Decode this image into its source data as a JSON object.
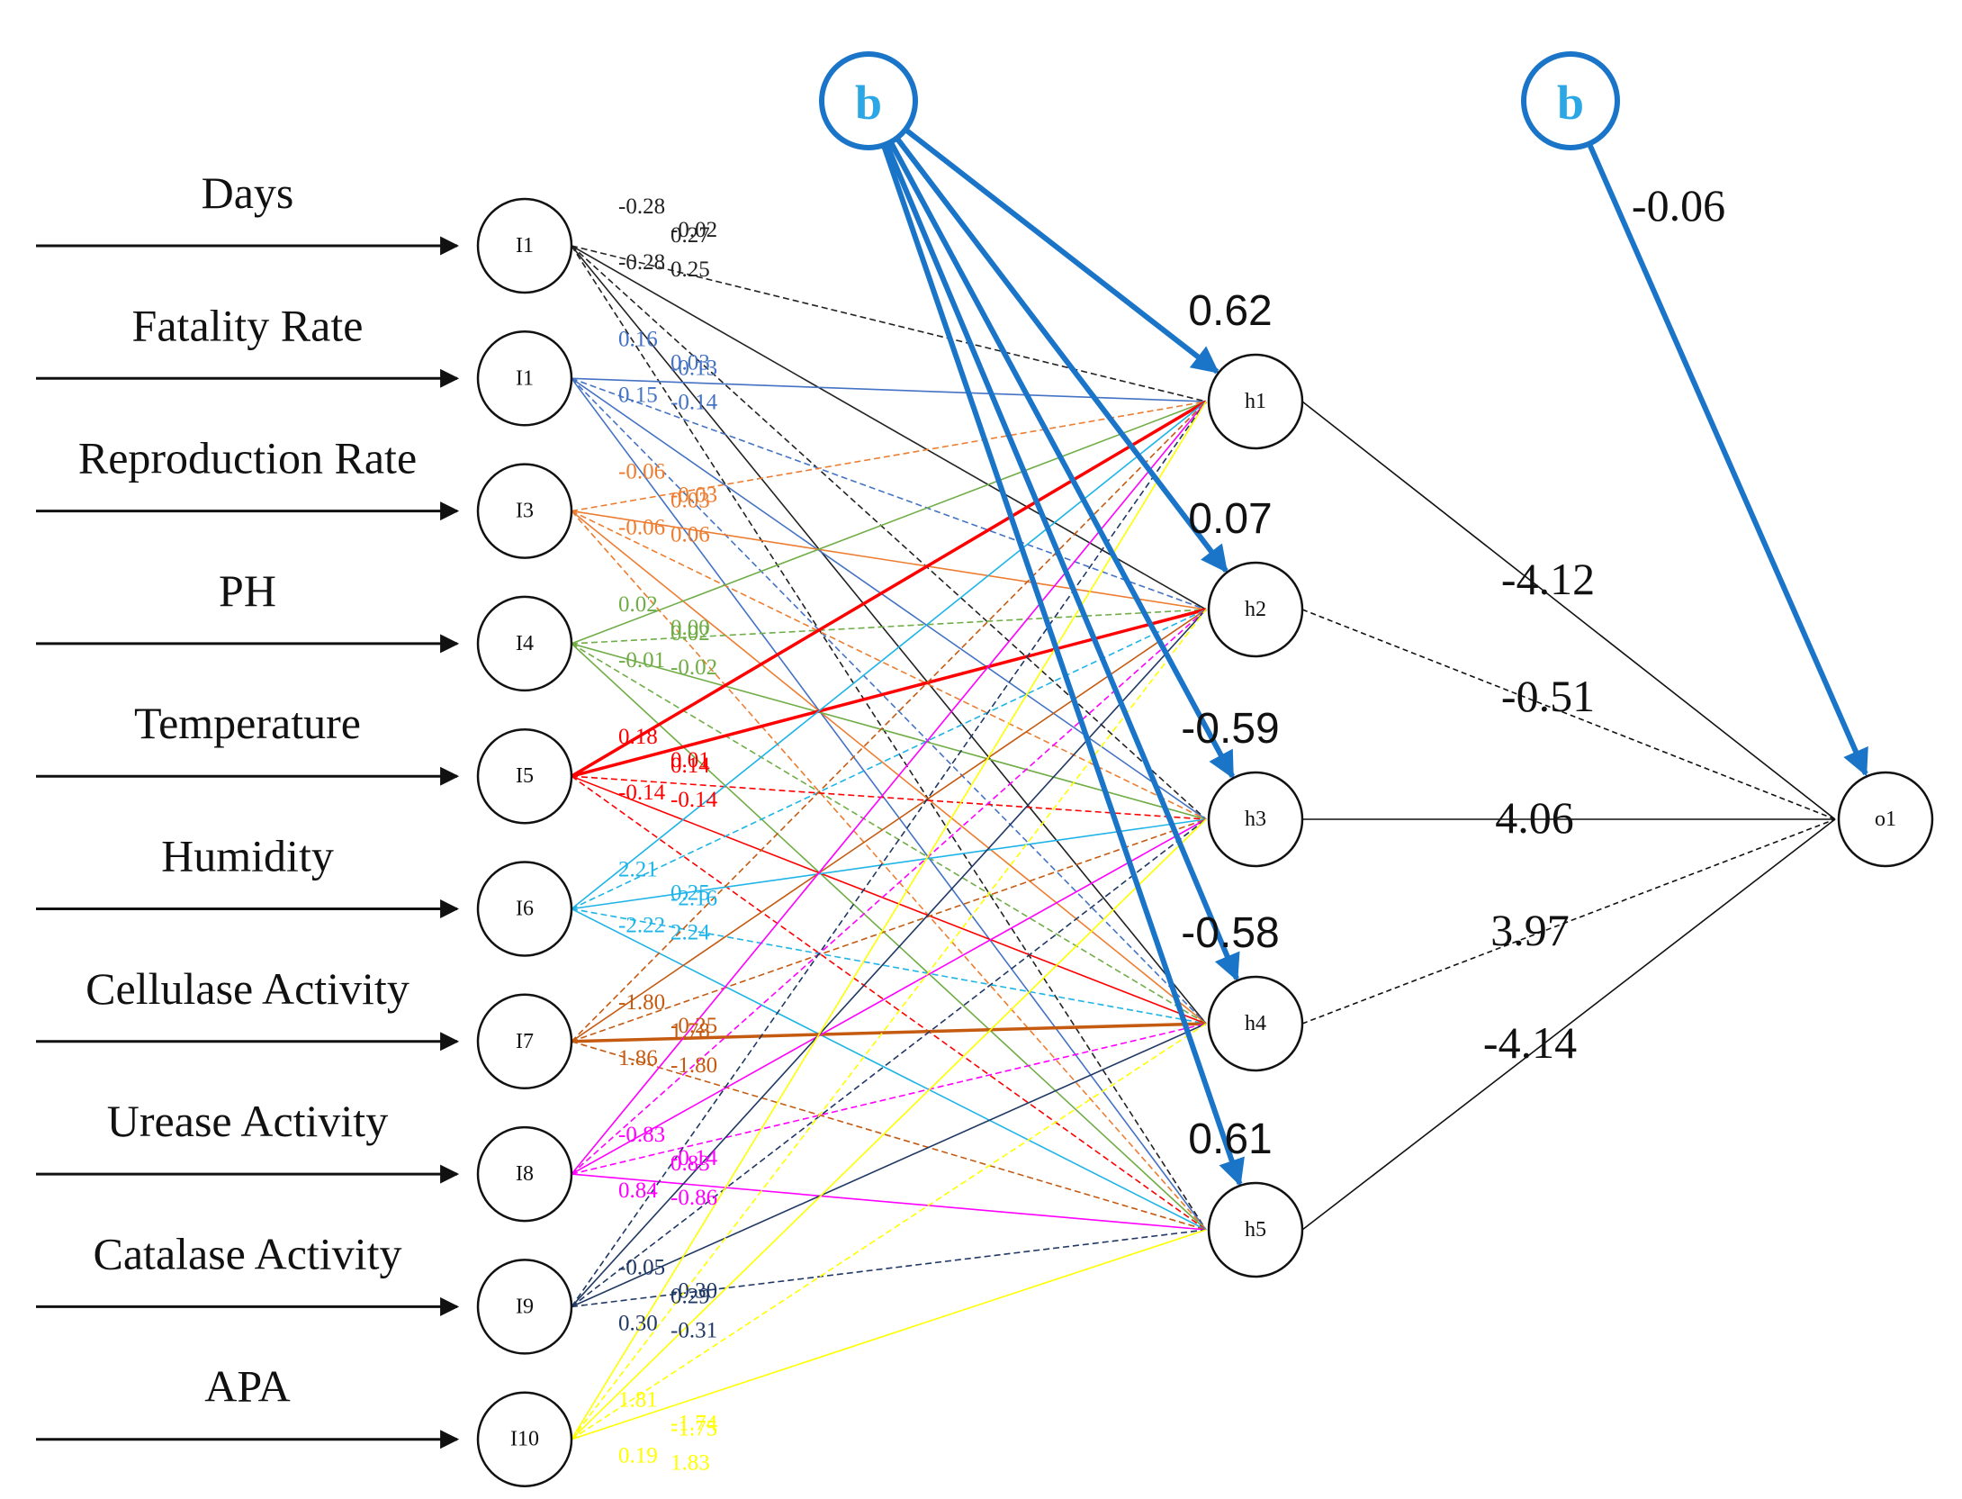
{
  "inputs": [
    {
      "label": "Days",
      "node": "I1",
      "color": "#222222",
      "weights": [
        "-0.28",
        "-0.02",
        "-0.28",
        "0.27",
        "0.25"
      ]
    },
    {
      "label": "Fatality Rate",
      "node": "I1",
      "color": "#4472c4",
      "weights": [
        "0.16",
        "0.03",
        "0.15",
        "-0.13",
        "-0.14"
      ]
    },
    {
      "label": "Reproduction Rate",
      "node": "I3",
      "color": "#ed7d31",
      "weights": [
        "-0.06",
        "-0.03",
        "-0.06",
        "0.03",
        "0.06"
      ]
    },
    {
      "label": "PH",
      "node": "I4",
      "color": "#70ad47",
      "weights": [
        "0.02",
        "0.00",
        "-0.01",
        "0.02",
        "-0.02"
      ]
    },
    {
      "label": "Temperature",
      "node": "I5",
      "color": "#ff0000",
      "weights": [
        "0.18",
        "0.01",
        "-0.14",
        "0.14",
        "-0.14"
      ]
    },
    {
      "label": "Humidity",
      "node": "I6",
      "color": "#1fb4e8",
      "weights": [
        "2.21",
        "0.25",
        "-2.22",
        "-2.16",
        "2.24"
      ]
    },
    {
      "label": "Cellulase Activity",
      "node": "I7",
      "color": "#c55a11",
      "weights": [
        "-1.80",
        "-0.25",
        "1.86",
        "1.78",
        "-1.80"
      ]
    },
    {
      "label": "Urease Activity",
      "node": "I8",
      "color": "#ff00ff",
      "weights": [
        "-0.83",
        "-0.14",
        "0.84",
        "0.83",
        "-0.86"
      ]
    },
    {
      "label": "Catalase Activity",
      "node": "I9",
      "color": "#203864",
      "weights": [
        "-0.05",
        "-0.30",
        "0.30",
        "0.29",
        "-0.31"
      ]
    },
    {
      "label": "APA",
      "node": "I10",
      "color": "#ffff00",
      "weights": [
        "1.81",
        "-1.74",
        "0.19",
        "-1.75",
        "1.83"
      ]
    }
  ],
  "hidden": [
    {
      "node": "h1",
      "bias": "0.62"
    },
    {
      "node": "h2",
      "bias": "0.07"
    },
    {
      "node": "h3",
      "bias": "-0.59"
    },
    {
      "node": "h4",
      "bias": "-0.58"
    },
    {
      "node": "h5",
      "bias": "0.61"
    }
  ],
  "output": {
    "node": "o1",
    "weights": [
      "-4.12",
      "-0.51",
      "4.06",
      "3.97",
      "-4.14"
    ],
    "bias": "-0.06"
  },
  "bias_nodes": [
    "b",
    "b"
  ],
  "colors": {
    "bias_edge": "#1a75c8",
    "bias_text": "#2aa7e4",
    "ink": "#111111"
  }
}
